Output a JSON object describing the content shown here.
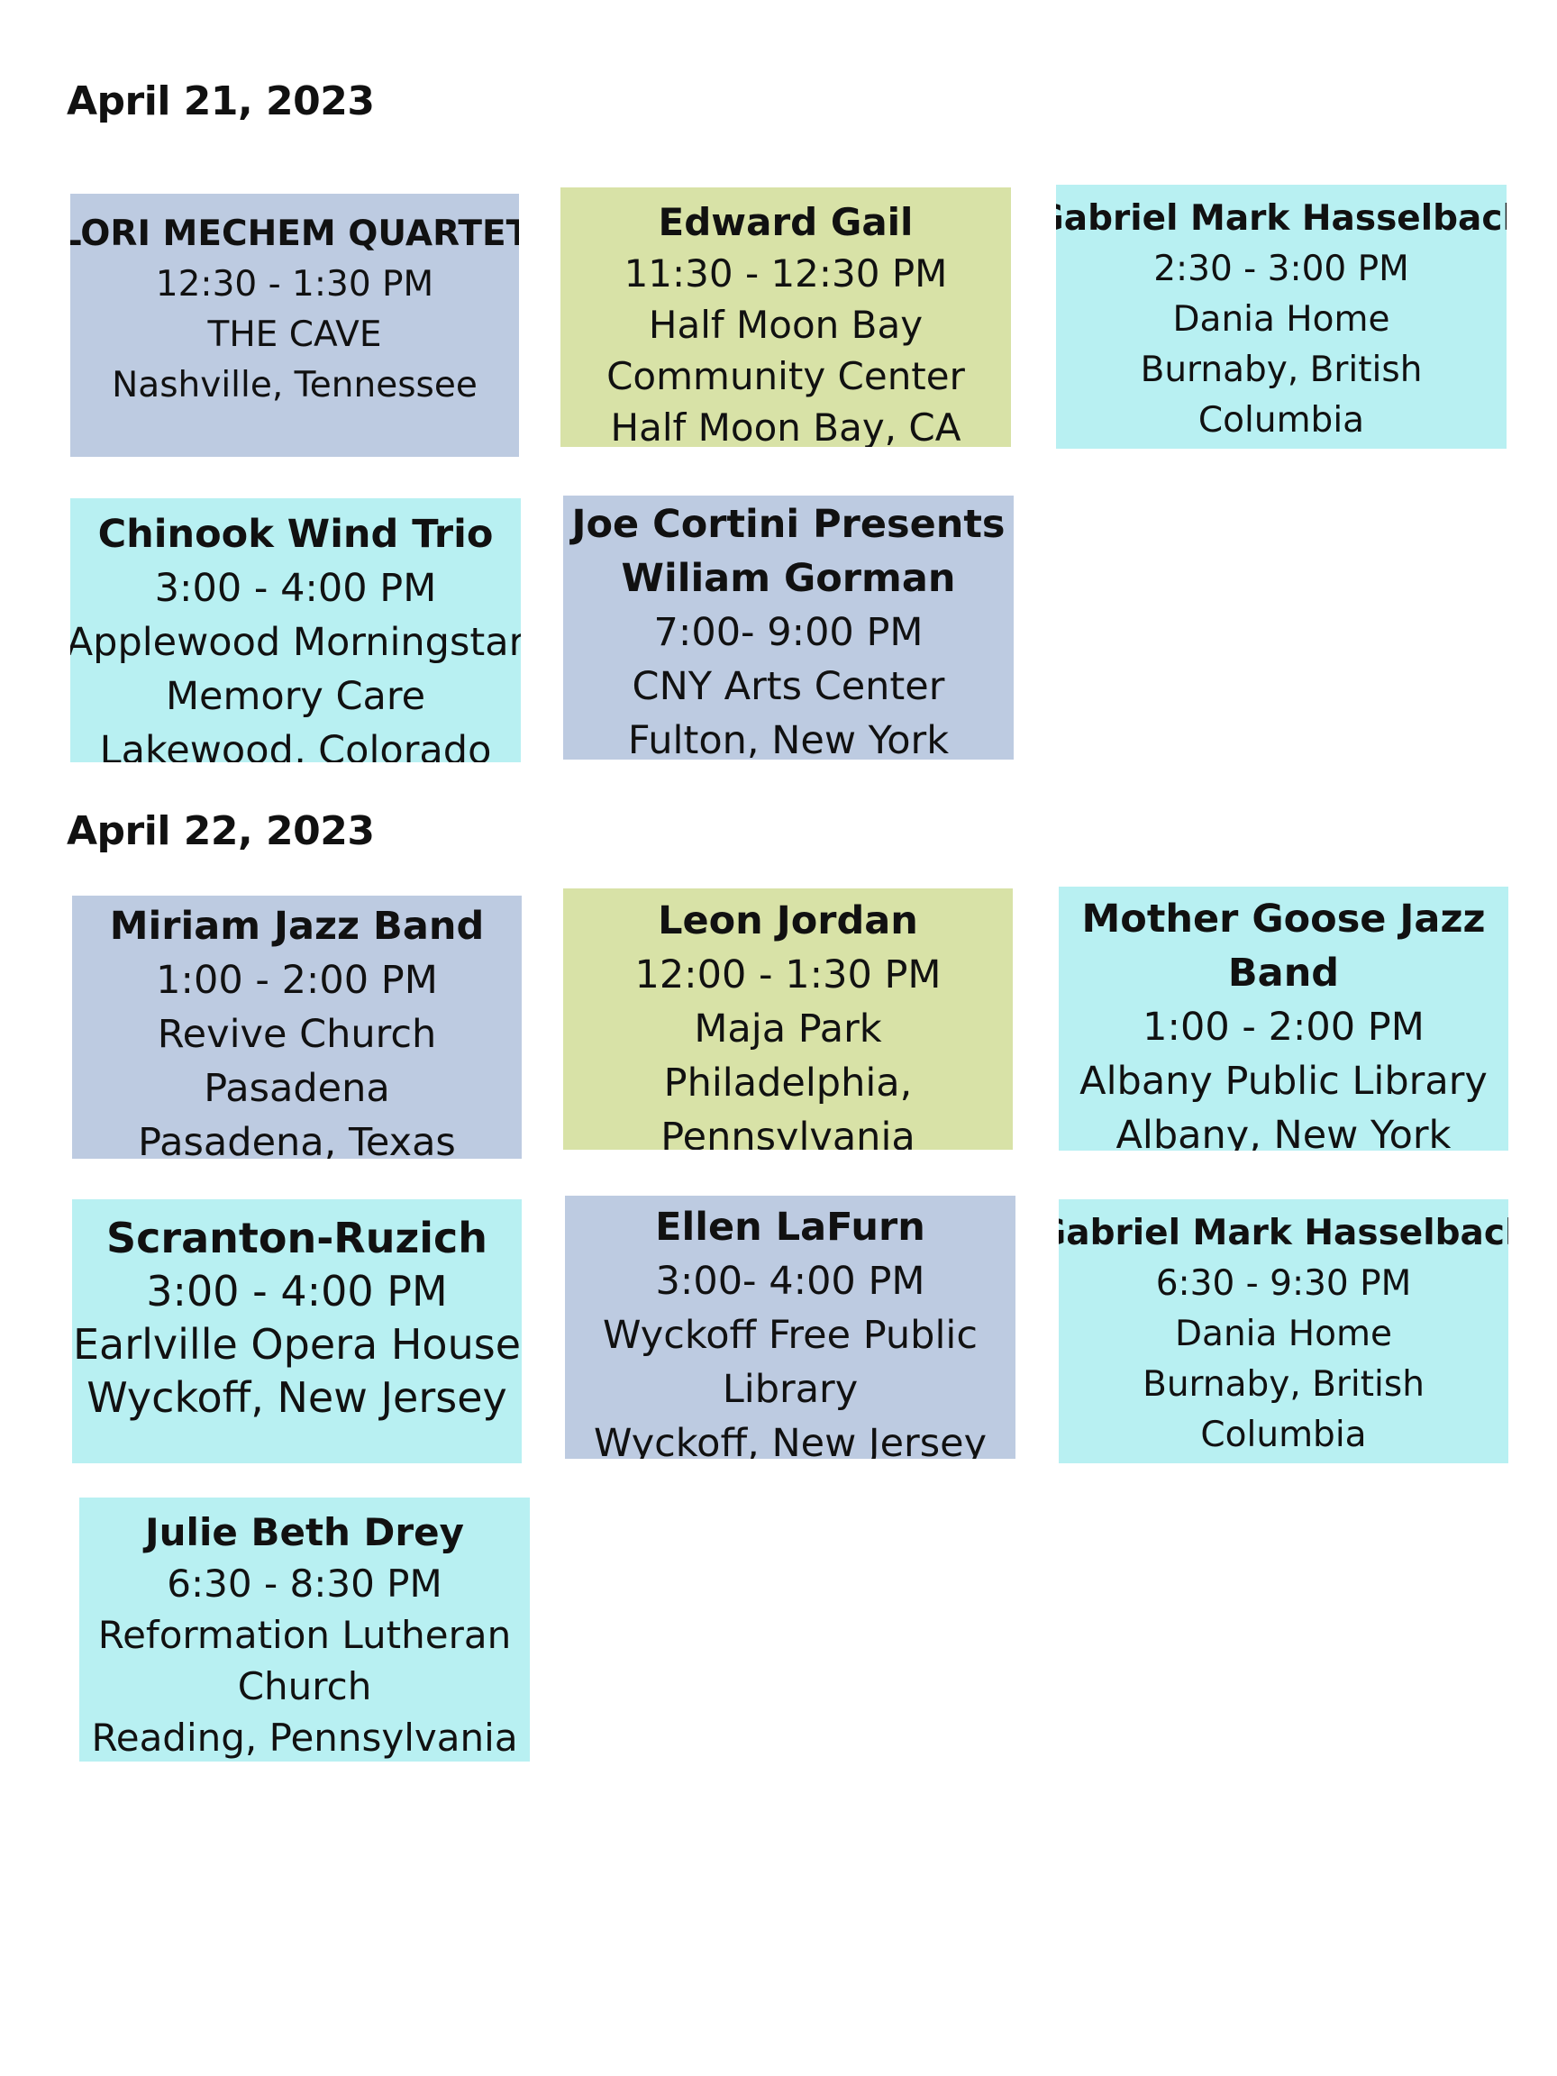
{
  "days": [
    {
      "date": "April 21, 2023",
      "events": [
        {
          "title": "LORI MECHEM QUARTET",
          "time": "12:30 - 1:30 PM",
          "venue": "THE CAVE",
          "location": "Nashville, Tennessee",
          "color": "#bdcbe1"
        },
        {
          "title": "Edward Gail",
          "time": "11:30 - 12:30 PM",
          "venue_lines": [
            "Half Moon Bay",
            "Community Center"
          ],
          "location": "Half Moon Bay, CA",
          "color": "#d8e2a7"
        },
        {
          "title": "Gabriel Mark Hasselbach",
          "time": "2:30 - 3:00 PM",
          "venue": "Dania Home",
          "location_lines": [
            "Burnaby, British",
            "Columbia"
          ],
          "color": "#b8f0f2"
        },
        {
          "title": "Chinook Wind Trio",
          "time": "3:00 - 4:00 PM",
          "venue_lines": [
            "Applewood Morningstar",
            "Memory Care"
          ],
          "location": "Lakewood, Colorado",
          "color": "#b8f0f2"
        },
        {
          "title_lines": [
            "Joe Cortini Presents",
            "Wiliam Gorman"
          ],
          "time": "7:00- 9:00 PM",
          "venue": "CNY Arts Center",
          "location": "Fulton, New York",
          "color": "#bdcbe1"
        }
      ]
    },
    {
      "date": "April 22, 2023",
      "events": [
        {
          "title": "Miriam Jazz Band",
          "time": "1:00 - 2:00 PM",
          "venue_lines": [
            "Revive Church",
            "Pasadena"
          ],
          "location": "Pasadena, Texas",
          "color": "#bdcbe1"
        },
        {
          "title": "Leon Jordan",
          "time": "12:00 - 1:30 PM",
          "venue": "Maja Park",
          "location_lines": [
            "Philadelphia,",
            "Pennsylvania"
          ],
          "color": "#d8e2a7"
        },
        {
          "title_lines": [
            "Mother Goose Jazz",
            "Band"
          ],
          "time": "1:00 - 2:00 PM",
          "venue": "Albany Public Library",
          "location": "Albany, New York",
          "color": "#b8f0f2"
        },
        {
          "title": "Scranton-Ruzich",
          "time": "3:00 - 4:00 PM",
          "venue": "Earlville Opera House",
          "location": "Wyckoff, New Jersey",
          "color": "#b8f0f2"
        },
        {
          "title": "Ellen LaFurn",
          "time": "3:00- 4:00 PM",
          "venue_lines": [
            "Wyckoff Free Public",
            "Library"
          ],
          "location": "Wyckoff, New Jersey",
          "color": "#bdcbe1"
        },
        {
          "title": "Gabriel Mark Hasselbach",
          "time": "6:30 - 9:30 PM",
          "venue": "Dania Home",
          "location_lines": [
            "Burnaby, British",
            "Columbia"
          ],
          "color": "#b8f0f2"
        },
        {
          "title": "Julie Beth Drey",
          "time": "6:30 - 8:30 PM",
          "venue_lines": [
            "Reformation Lutheran",
            "Church"
          ],
          "location": "Reading, Pennsylvania",
          "color": "#b8f0f2"
        }
      ]
    }
  ]
}
